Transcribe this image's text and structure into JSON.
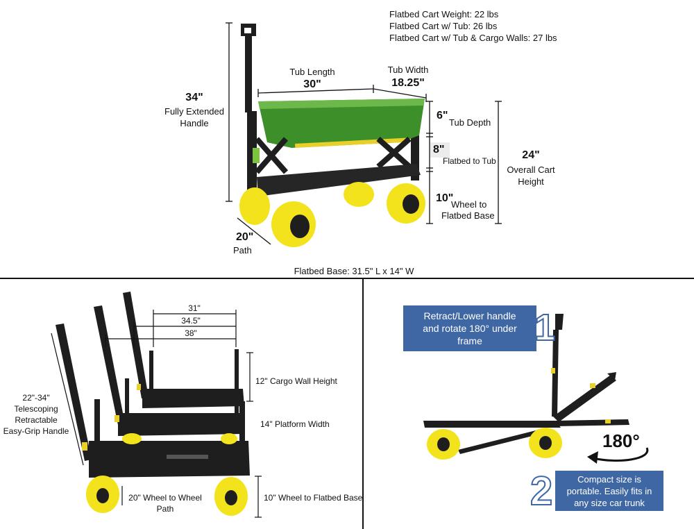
{
  "weights": {
    "line1": "Flatbed Cart Weight: 22 lbs",
    "line2": "Flatbed Cart w/ Tub: 26 lbs",
    "line3": "Flatbed Cart w/ Tub & Cargo Walls: 27 lbs"
  },
  "top": {
    "handle_value": "34\"",
    "handle_label1": "Fully Extended",
    "handle_label2": "Handle",
    "tub_length_label": "Tub Length",
    "tub_length_value": "30\"",
    "tub_width_label": "Tub Width",
    "tub_width_value": "18.25\"",
    "tub_depth_value": "6\"",
    "tub_depth_label": "Tub Depth",
    "flatbed_to_tub_value": "8\"",
    "flatbed_to_tub_label": "Flatbed to Tub",
    "overall_value": "24\"",
    "overall_label1": "Overall Cart",
    "overall_label2": "Height",
    "wheel_value": "10\"",
    "wheel_label1": "Wheel to",
    "wheel_label2": "Flatbed Base",
    "path_value": "20\"",
    "path_label": "Path",
    "flatbed_base": "Flatbed  Base: 31.5\" L x 14\" W"
  },
  "bottom_left": {
    "dim31": "31\"",
    "dim345": "34.5\"",
    "dim38": "38\"",
    "cargo_wall": "12\" Cargo Wall Height",
    "platform_width": "14\" Platform Width",
    "wheel_flatbed": "10\" Wheel to Flatbed Base",
    "wheel_path1": "20\" Wheel to Wheel",
    "wheel_path2": "Path",
    "handle1": "22\"-34\"",
    "handle2": "Telescoping",
    "handle3": "Retractable",
    "handle4": "Easy-Grip Handle"
  },
  "bottom_right": {
    "step1_num": "1",
    "step1_text1": "Retract/Lower handle",
    "step1_text2": "and rotate 180° under",
    "step1_text3": "frame",
    "rotate_label": "180°",
    "step2_num": "2",
    "step2_text1": "Compact size is",
    "step2_text2": "portable. Easily fits in",
    "step2_text3": "any size car trunk"
  },
  "colors": {
    "frame": "#1e1e1e",
    "tub": "#3d8f2a",
    "wheel": "#f3e31c",
    "accent": "#3f67a3"
  }
}
